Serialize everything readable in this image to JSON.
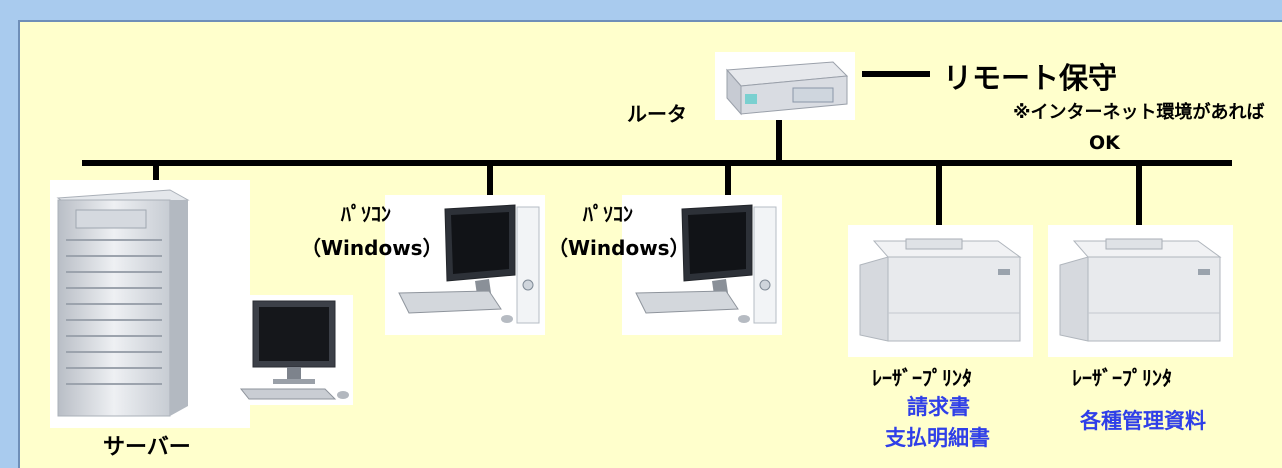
{
  "labels": {
    "router": "ルータ",
    "remote_maintenance": "リモート保守",
    "internet_note_1": "※インターネット環境があれば",
    "internet_note_2": "OK",
    "server": "サーバー",
    "pc1_name": "ﾊﾟｿｺﾝ",
    "pc1_os": "（Windows）",
    "pc2_name": "ﾊﾟｿｺﾝ",
    "pc2_os": "（Windows）",
    "printer1_name": "ﾚｰｻﾞｰﾌﾟﾘﾝﾀ",
    "printer1_use_1": "請求書",
    "printer1_use_2": "支払明細書",
    "printer2_name": "ﾚｰｻﾞｰﾌﾟﾘﾝﾀ",
    "printer2_use": "各種管理資料"
  },
  "colors": {
    "outer_background": "#a9cbee",
    "panel_background": "#ffffcc",
    "accent_text": "#2f3fe8",
    "line": "#000000"
  },
  "icons": [
    "router-icon",
    "server-icon",
    "monitor-icon",
    "desktop-pc-icon",
    "laser-printer-icon"
  ]
}
